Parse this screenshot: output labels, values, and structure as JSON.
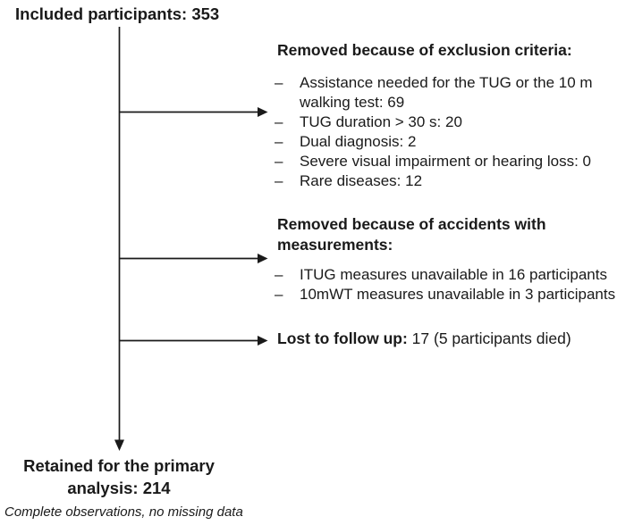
{
  "colors": {
    "background": "#ffffff",
    "text": "#1a1a1a",
    "line": "#1a1a1a"
  },
  "flowchart": {
    "bullet_marker": "–",
    "start_label": "Included participants: 353",
    "branches": [
      {
        "heading": "Removed because of exclusion criteria:",
        "items": [
          "Assistance needed for the TUG or the 10 m walking test: 69",
          "TUG duration > 30 s: 20",
          "Dual diagnosis: 2",
          "Severe visual impairment or hearing loss: 0",
          "Rare diseases: 12"
        ]
      },
      {
        "heading": "Removed because of accidents with measurements:",
        "items": [
          "ITUG measures unavailable in 16 participants",
          "10mWT measures unavailable in 3 participants"
        ]
      },
      {
        "label": "Lost to follow up:",
        "value": "17 (5 participants died)"
      }
    ],
    "end": {
      "line1": "Retained for the primary",
      "line2": "analysis: 214"
    },
    "footnote": "Complete observations, no missing data"
  }
}
